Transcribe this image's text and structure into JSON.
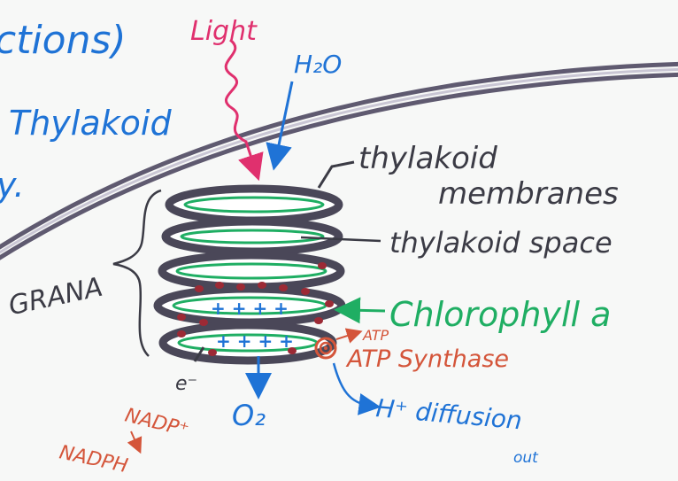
{
  "colors": {
    "whiteboard": "#f7f8f7",
    "membrane": "#5f5a70",
    "stack_outline": "#4a4758",
    "green": "#1fae63",
    "blue": "#1f73d6",
    "pink": "#e0306e",
    "orange_red": "#d4553a",
    "dark": "#3b3b45",
    "particle": "#9c2a35"
  },
  "labels": {
    "reactions_fragment": "ctions)",
    "thylakoid_fragment": "Thylakoid",
    "y_fragment": "y.",
    "light": "Light",
    "water": "H₂O",
    "thylakoid_membranes_1": "thylakoid",
    "thylakoid_membranes_2": "membranes",
    "thylakoid_space": "thylakoid space",
    "grana": "GRANA",
    "chlorophyll": "Chlorophyll a",
    "atp_small": "ATP",
    "atp_synthase": "ATP Synthase",
    "h_diffusion": "H⁺ diffusion",
    "out": "out",
    "electron": "e⁻",
    "oxygen": "O₂",
    "nadp_plus": "NADP⁺",
    "nadph": "NADPH",
    "proton_row_1": "+ + + +",
    "proton_row_2": "+ + + +"
  }
}
